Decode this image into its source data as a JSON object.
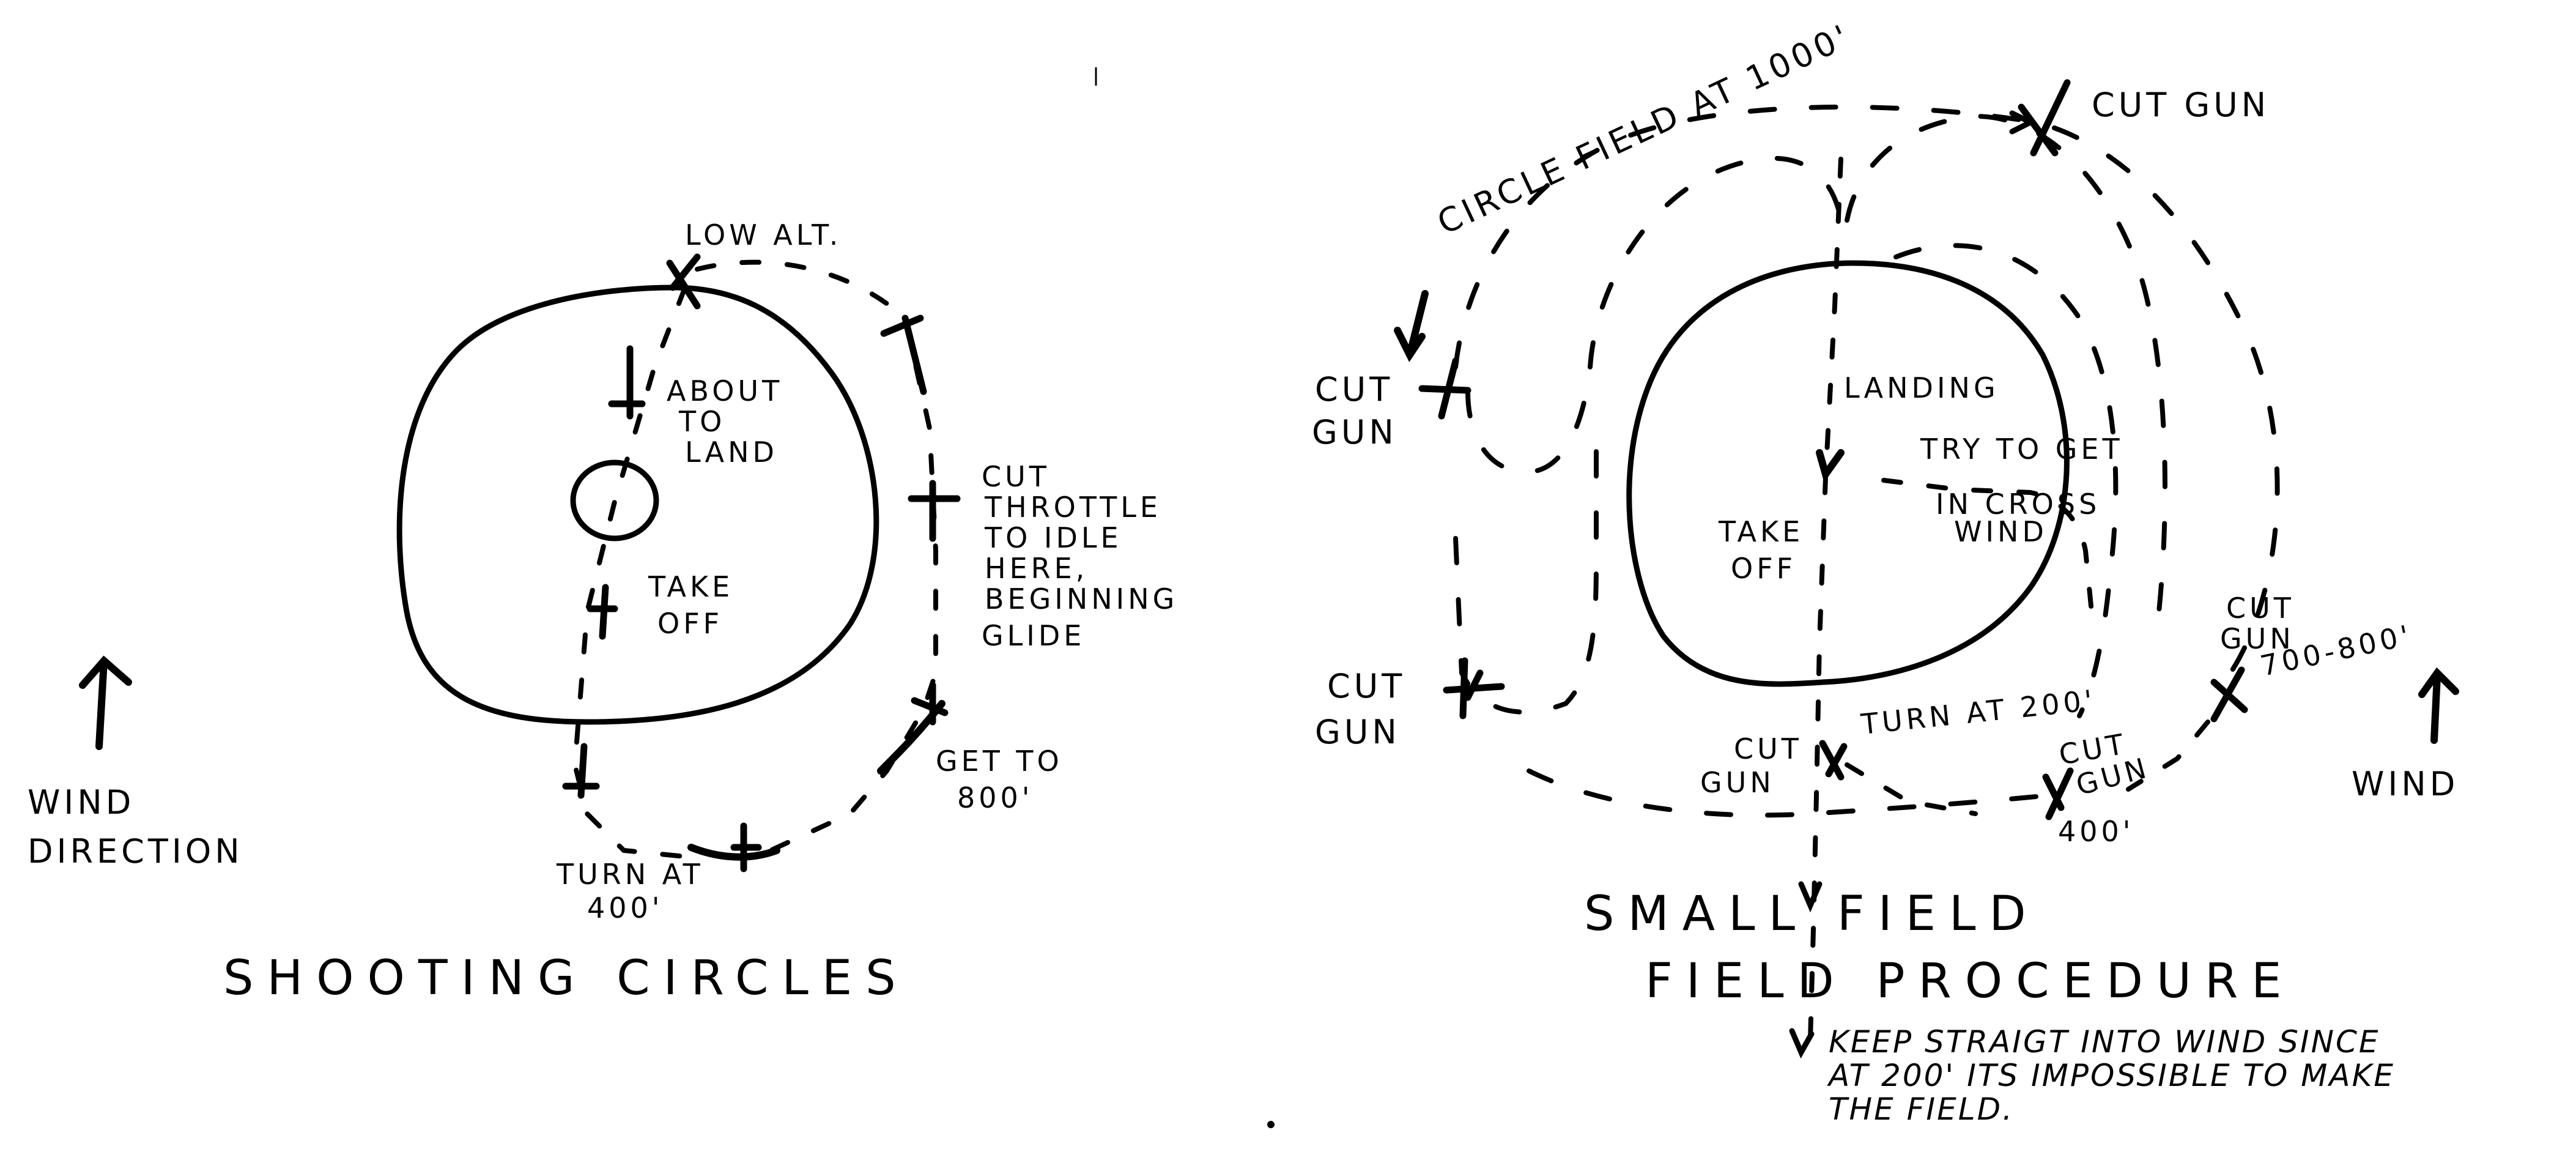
{
  "left_diagram": {
    "title": "SHOOTING   CIRCLES",
    "labels": {
      "low_alt": "LOW ALT.",
      "about_to": "ABOUT",
      "about_to_2": "TO",
      "about_to_3": "LAND",
      "take": "TAKE",
      "off": "OFF",
      "cut_throttle_1": "CUT",
      "cut_throttle_2": "THROTTLE",
      "cut_throttle_3": "TO IDLE",
      "cut_throttle_4": "HERE,",
      "cut_throttle_5": "BEGINNING",
      "cut_throttle_6": "GLIDE",
      "get_to_1": "GET TO",
      "get_to_2": "800'",
      "turn_at_1": "TURN AT",
      "turn_at_2": "400'"
    },
    "wind": {
      "line1": "WIND",
      "line2": "DIRECTION",
      "icon": "arrow-up"
    }
  },
  "right_diagram": {
    "title_line1": "SMALL FIELD",
    "title_line2": "FIELD  PROCEDURE",
    "labels": {
      "circle_field": "CIRCLE   FIELD AT 1000'",
      "cut_gun_top": "CUT GUN",
      "cut_gun_left_upper_1": "CUT",
      "cut_gun_left_upper_2": "GUN",
      "cut_gun_left_lower_1": "CUT",
      "cut_gun_left_lower_2": "GUN",
      "landing": "LANDING",
      "take": "TAKE",
      "off": "OFF",
      "try_to_get_1": "TRY TO GET",
      "try_to_get_2": "IN CROSS",
      "try_to_get_3": "WIND",
      "turn_at_200": "TURN AT 200'",
      "cut_gun_bottom_1": "CUT",
      "cut_gun_bottom_2": "GUN",
      "cut_gun_400_1": "CUT",
      "cut_gun_400_2": "GUN",
      "alt_400": "400'",
      "cut_gun_right_1": "CUT",
      "cut_gun_right_2": "GUN",
      "alt_700_800": "700-800'",
      "keep_straight_1": "KEEP STRAIGT INTO WIND SINCE",
      "keep_straight_2": "AT 200' ITS IMPOSSIBLE TO MAKE",
      "keep_straight_3": "THE FIELD."
    },
    "wind": {
      "label": "WIND",
      "icon": "arrow-up"
    }
  },
  "colors": {
    "ink": "#000000",
    "paper": "#ffffff"
  }
}
